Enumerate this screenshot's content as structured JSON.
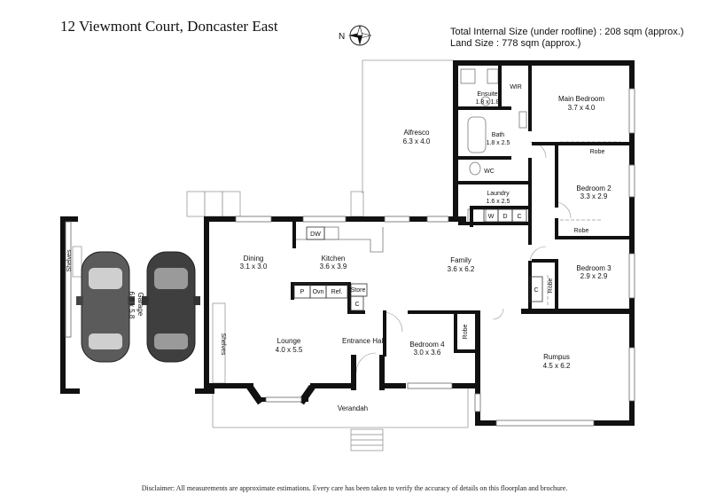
{
  "header": {
    "title": "12 Viewmont Court, Doncaster East",
    "size_line": "Total Internal Size (under roofline) :  208 sqm (approx.)",
    "land_line": "Land Size :  778 sqm (approx.)",
    "compass_label": "N"
  },
  "rooms": {
    "garage": {
      "name": "Garage",
      "dims": "6.8 x 5.8"
    },
    "shelves_garage": "Shelves",
    "dining": {
      "name": "Dining",
      "dims": "3.1 x 3.0"
    },
    "kitchen": {
      "name": "Kitchen",
      "dims": "3.6 x 3.9"
    },
    "dw": "DW",
    "pantry": "P",
    "oven": "Ovn",
    "fridge": "Ref.",
    "store": "Store",
    "store_c": "C",
    "family": {
      "name": "Family",
      "dims": "3.6 x 6.2"
    },
    "alfresco": {
      "name": "Alfresco",
      "dims": "6.3 x 4.0"
    },
    "ensuite": {
      "name": "Ensuite",
      "dims": "1.8 x 1.8"
    },
    "wir": "WIR",
    "main_bedroom": {
      "name": "Main Bedroom",
      "dims": "3.7 x 4.0"
    },
    "bath": {
      "name": "Bath",
      "dims": "1.8 x 2.5"
    },
    "wc": "WC",
    "robe1": "Robe",
    "laundry": {
      "name": "Laundry",
      "dims": "1.6 x 2.5"
    },
    "laundry_w": "W",
    "laundry_d": "D",
    "laundry_c": "C",
    "bedroom2": {
      "name": "Bedroom 2",
      "dims": "3.3 x 2.9"
    },
    "robe2": "Robe",
    "bedroom3": {
      "name": "Bedroom 3",
      "dims": "2.9 x 2.9"
    },
    "robe3": "Robe",
    "hall_c": "C",
    "lounge": {
      "name": "Lounge",
      "dims": "4.0 x 5.5"
    },
    "shelves_lounge": "Shelves",
    "entrance": "Entrance Hall",
    "bedroom4": {
      "name": "Bedroom 4",
      "dims": "3.0 x 3.6"
    },
    "robe4": "Robe",
    "rumpus": {
      "name": "Rumpus",
      "dims": "4.5 x 6.2"
    },
    "verandah": "Verandah"
  },
  "footer": {
    "disclaimer": "Disclaimer: All measurements are approximate estimations. Every care has been taken to verify the accuracy of details on this floorplan and brochure."
  }
}
